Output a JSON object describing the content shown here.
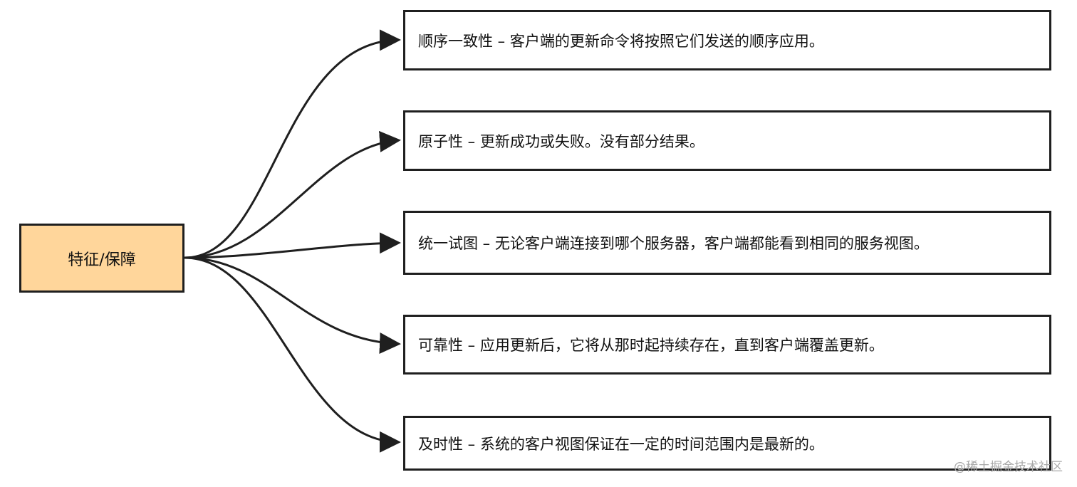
{
  "diagram": {
    "root": {
      "label": "特征/保障"
    },
    "leaves": [
      {
        "text": "顺序一致性 – 客户端的更新命令将按照它们发送的顺序应用。"
      },
      {
        "text": "原子性 – 更新成功或失败。没有部分结果。"
      },
      {
        "text": "统一试图 – 无论客户端连接到哪个服务器，客户端都能看到相同的服务视图。"
      },
      {
        "text": "可靠性 – 应用更新后，它将从那时起持续存在，直到客户端覆盖更新。"
      },
      {
        "text": "及时性 – 系统的客户视图保证在一定的时间范围内是最新的。"
      }
    ],
    "colors": {
      "root_fill": "#ffd69b",
      "stroke": "#1f1f1f",
      "leaf_fill": "#ffffff"
    }
  },
  "watermark": {
    "text": "@稀土掘金技术社区"
  }
}
